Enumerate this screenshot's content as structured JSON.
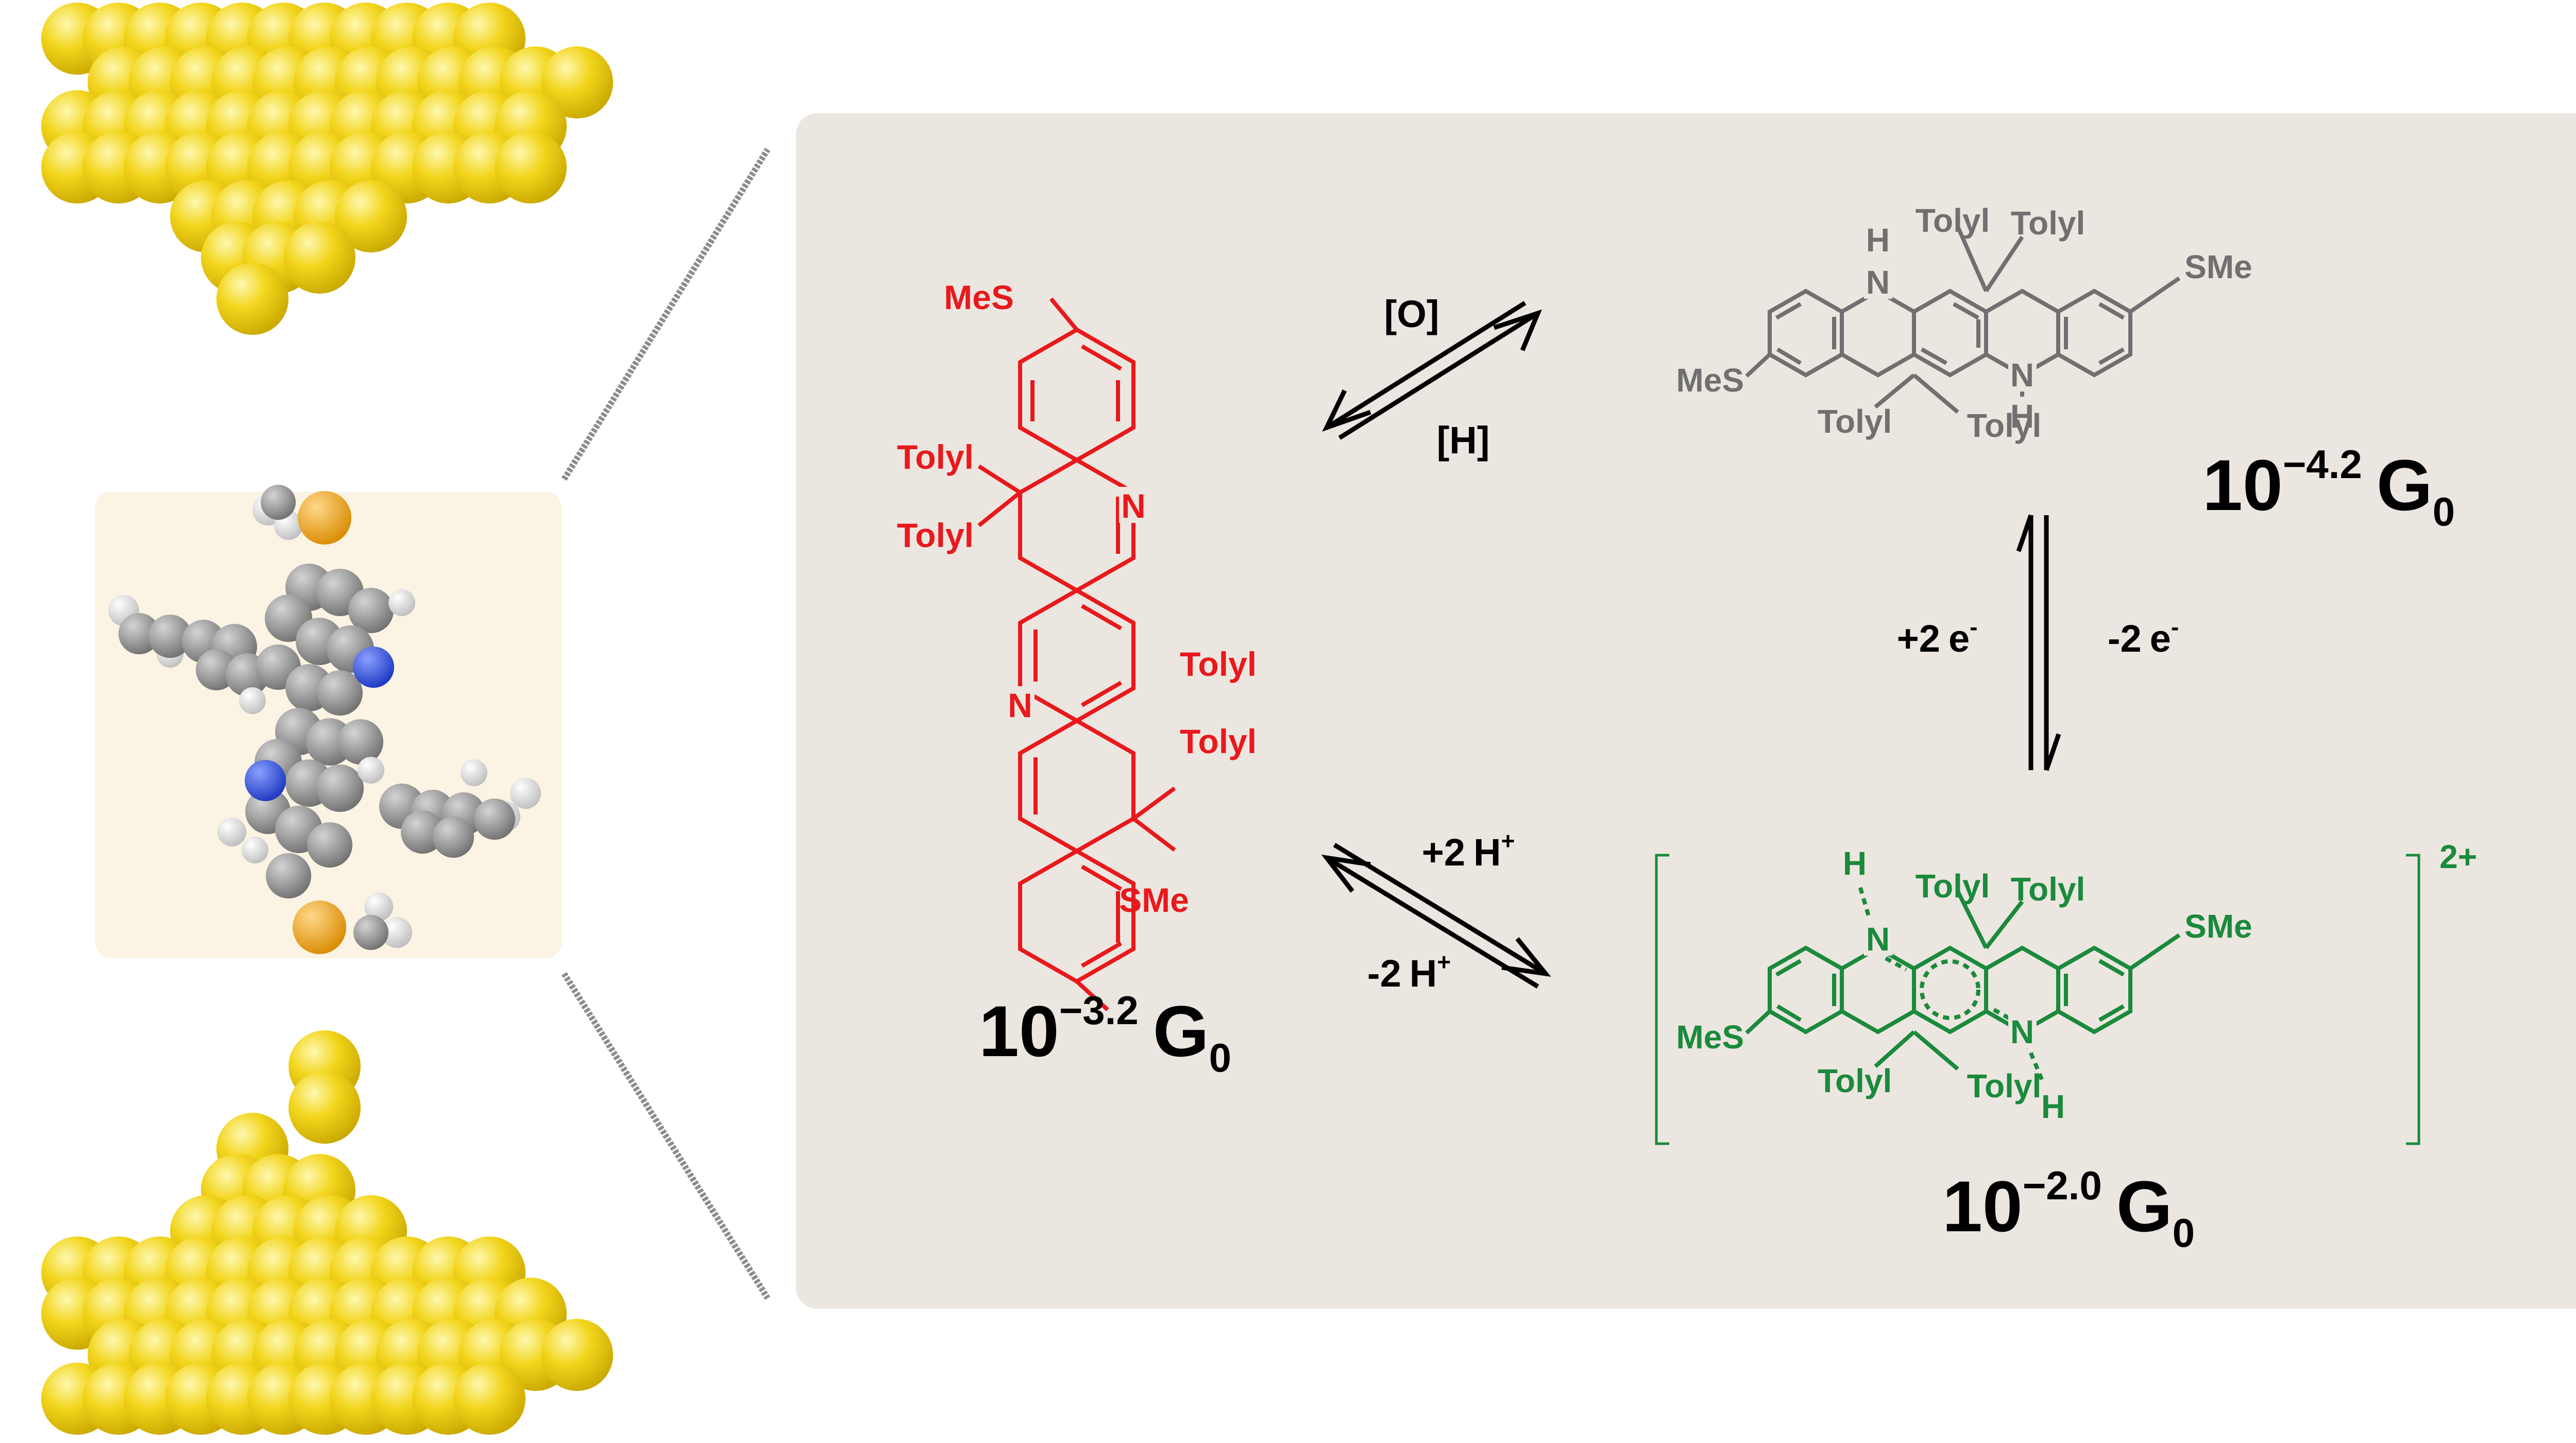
{
  "colors": {
    "red": "#e8191c",
    "gray": "#707070",
    "green": "#1a8a3c",
    "black": "#000000",
    "panel": "#ece6e0",
    "inset": "#fbf3e3",
    "gold": "#f2d51c",
    "sulfur": "#f0a616",
    "carbon": "#8f8f8f",
    "nitrogen": "#3050e0",
    "hydrogen": "#f2f2f2"
  },
  "red_molecule": {
    "substituents": [
      "MeS",
      "Tolyl",
      "Tolyl",
      "Tolyl",
      "Tolyl",
      "SMe"
    ],
    "heteroatoms": [
      "N",
      "N"
    ],
    "conductance": {
      "base": "10",
      "exponent": "−3.2",
      "unit": "G",
      "unit_sub": "0"
    }
  },
  "gray_molecule": {
    "substituents": [
      "MeS",
      "Tolyl",
      "Tolyl",
      "Tolyl",
      "Tolyl",
      "SMe"
    ],
    "heteroatoms": [
      "N",
      "H",
      "N",
      "H"
    ],
    "conductance": {
      "base": "10",
      "exponent": "−4.2",
      "unit": "G",
      "unit_sub": "0"
    }
  },
  "green_molecule": {
    "substituents": [
      "MeS",
      "Tolyl",
      "Tolyl",
      "Tolyl",
      "Tolyl",
      "SMe"
    ],
    "heteroatoms": [
      "N",
      "H",
      "N",
      "H"
    ],
    "charge": "2+",
    "conductance": {
      "base": "10",
      "exponent": "−2.0",
      "unit": "G",
      "unit_sub": "0"
    }
  },
  "arrows": {
    "top": {
      "forward": "[O]",
      "reverse": "[H]"
    },
    "right": {
      "left_label": {
        "coef": "+2",
        "species": "e",
        "sup": "-"
      },
      "right_label": {
        "coef": "-2",
        "species": "e",
        "sup": "-"
      }
    },
    "bottom": {
      "forward": {
        "coef": "+2",
        "species": "H",
        "sup": "+"
      },
      "reverse": {
        "coef": "-2",
        "species": "H",
        "sup": "+"
      }
    }
  }
}
